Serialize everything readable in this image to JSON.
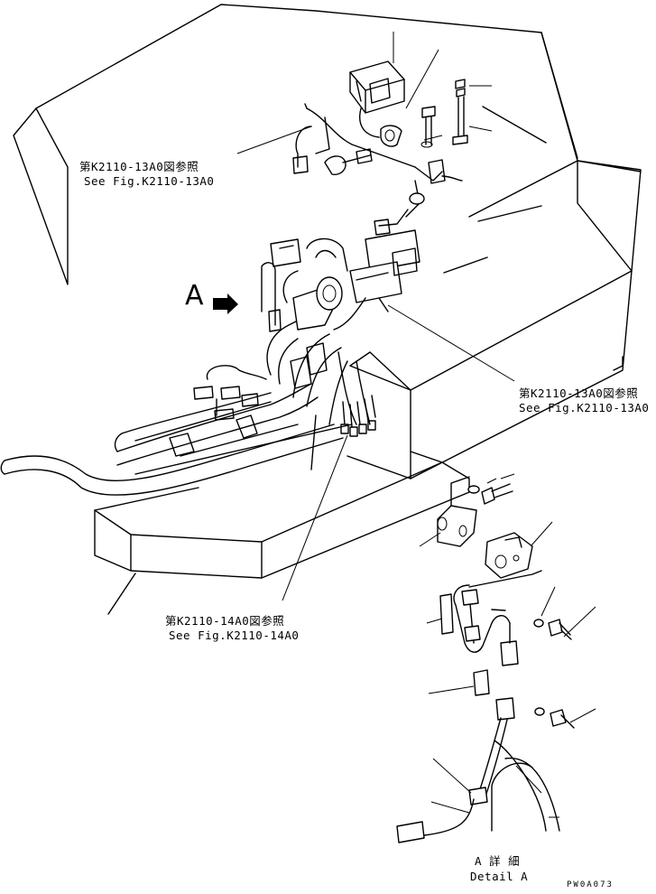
{
  "callouts": {
    "ref_13a0_top_jp": "第K2110-13A0図参照",
    "ref_13a0_top_en": "See Fig.K2110-13A0",
    "ref_13a0_right_jp": "第K2110-13A0図参照",
    "ref_13a0_right_en": "See Fig.K2110-13A0",
    "ref_14a0_jp": "第K2110-14A0図参照",
    "ref_14a0_en": "See Fig.K2110-14A0"
  },
  "view_marker": "A",
  "detail": {
    "title_jp": "A 詳 細",
    "title_en": "Detail A"
  },
  "drawing_code": "PW0A073"
}
